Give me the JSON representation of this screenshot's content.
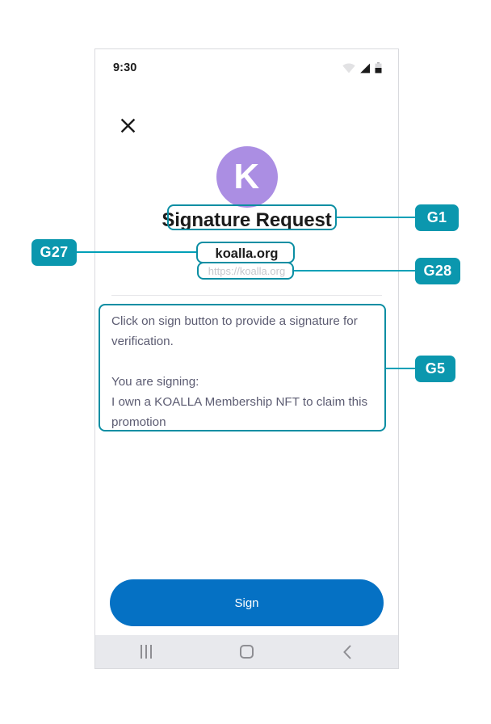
{
  "status_bar": {
    "time": "9:30",
    "icons": [
      "wifi-icon",
      "signal-icon",
      "battery-icon"
    ]
  },
  "header": {
    "close_icon": "close-icon",
    "logo_letter": "K",
    "logo_color": "#ab8ee3",
    "title": "Signature Request"
  },
  "site": {
    "domain": "koalla.org",
    "url": "https://koalla.org"
  },
  "message": {
    "line1": "Click on sign button to provide a signature for verification.",
    "line2": "You are signing:",
    "line3": "I own a KOALLA Membership NFT to claim this promotion"
  },
  "actions": {
    "sign_label": "Sign",
    "sign_color": "#0571c4"
  },
  "nav_bar": {
    "recents": "recents-icon",
    "home": "home-icon",
    "back": "back-icon"
  },
  "annotations": {
    "accent_color": "#0b97ae",
    "items": [
      {
        "id": "G1",
        "target": "title"
      },
      {
        "id": "G27",
        "target": "domain-name"
      },
      {
        "id": "G28",
        "target": "domain-url"
      },
      {
        "id": "G5",
        "target": "message-body"
      }
    ]
  }
}
